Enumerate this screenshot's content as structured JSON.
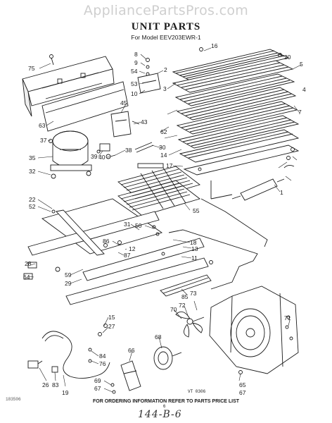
{
  "watermark": "AppliancePartsPros.com",
  "title": "UNIT PARTS",
  "subtitle": "For Model EEV203EWR-1",
  "footer": "FOR ORDERING INFORMATION REFER TO PARTS PRICE LIST",
  "drawing_code": "VT 0306",
  "lit_code": "183506",
  "page_number": "6",
  "handwritten_note": "144-B-6",
  "callouts": [
    "75",
    "8",
    "9",
    "54",
    "53",
    "10",
    "2",
    "3",
    "16",
    "20",
    "5",
    "4",
    "7",
    "45",
    "43",
    "63",
    "62",
    "37",
    "30",
    "39",
    "38",
    "40",
    "35",
    "14",
    "17",
    "32",
    "1",
    "22",
    "52",
    "31",
    "50",
    "55",
    "18",
    "12",
    "86",
    "87",
    "13",
    "11",
    "28",
    "59",
    "29",
    "64",
    "85",
    "73",
    "70",
    "72",
    "15",
    "27",
    "68",
    "71",
    "66",
    "84",
    "76",
    "69",
    "67",
    "26",
    "83",
    "19",
    "65"
  ]
}
